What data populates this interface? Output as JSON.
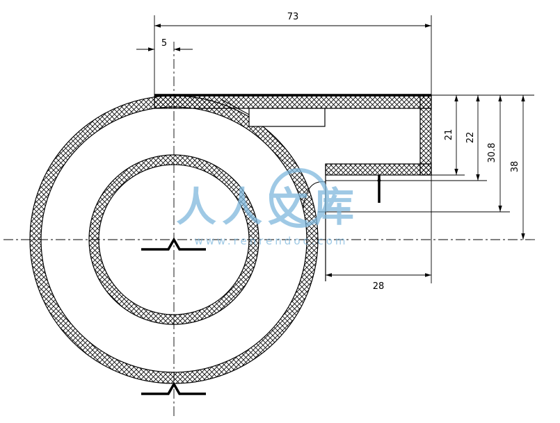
{
  "dimensions": {
    "overall_width": "73",
    "offset": "5",
    "outlet_width": "28",
    "height_a": "21",
    "height_b": "22",
    "height_c": "30.8",
    "height_d": "38"
  },
  "watermark": {
    "brand": "人人文库",
    "url": "www.renrendoc.com"
  },
  "colors": {
    "line": "#000000",
    "watermark": "#7fb8dd"
  }
}
